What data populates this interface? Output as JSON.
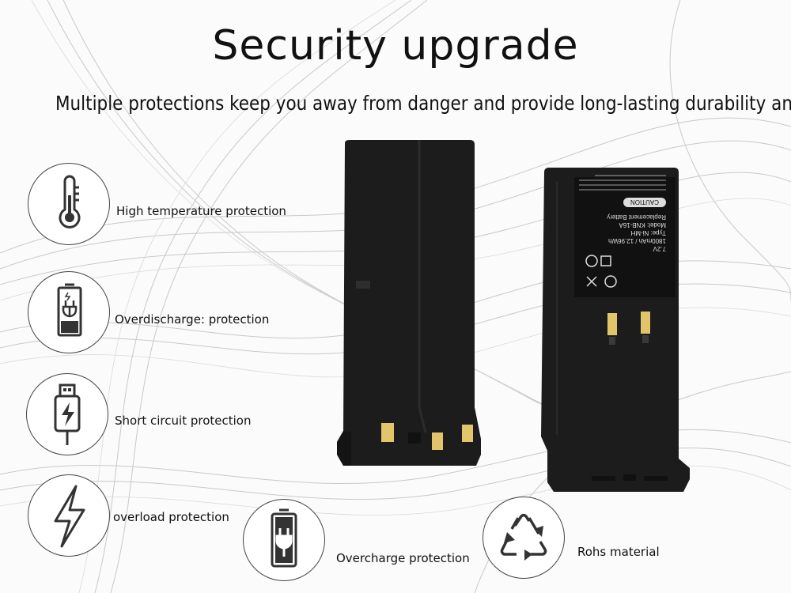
{
  "header": {
    "title": "Security upgrade",
    "subtitle": "Multiple protections keep you away from danger and provide long-lasting durability and performance"
  },
  "features": [
    {
      "label": "High temperature protection",
      "icon": "thermometer-icon"
    },
    {
      "label": "Overdischarge: protection",
      "icon": "battery-discharge-icon"
    },
    {
      "label": "Short circuit protection",
      "icon": "usb-charge-icon"
    },
    {
      "label": "overload protection",
      "icon": "lightning-icon"
    },
    {
      "label": "Overcharge protection",
      "icon": "battery-plug-icon"
    },
    {
      "label": "Rohs material",
      "icon": "recycle-icon"
    }
  ],
  "battery_label": {
    "caution": "CAUTION",
    "line1": "Replacement Battery",
    "line2": "Model: KNB-16A",
    "line3": "Type: Ni-MH",
    "line4": "1800mAh / 12.96Wh",
    "line5": "7.2V"
  },
  "colors": {
    "text": "#111111",
    "battery": "#1c1c1c",
    "contact": "#e2c56a"
  }
}
